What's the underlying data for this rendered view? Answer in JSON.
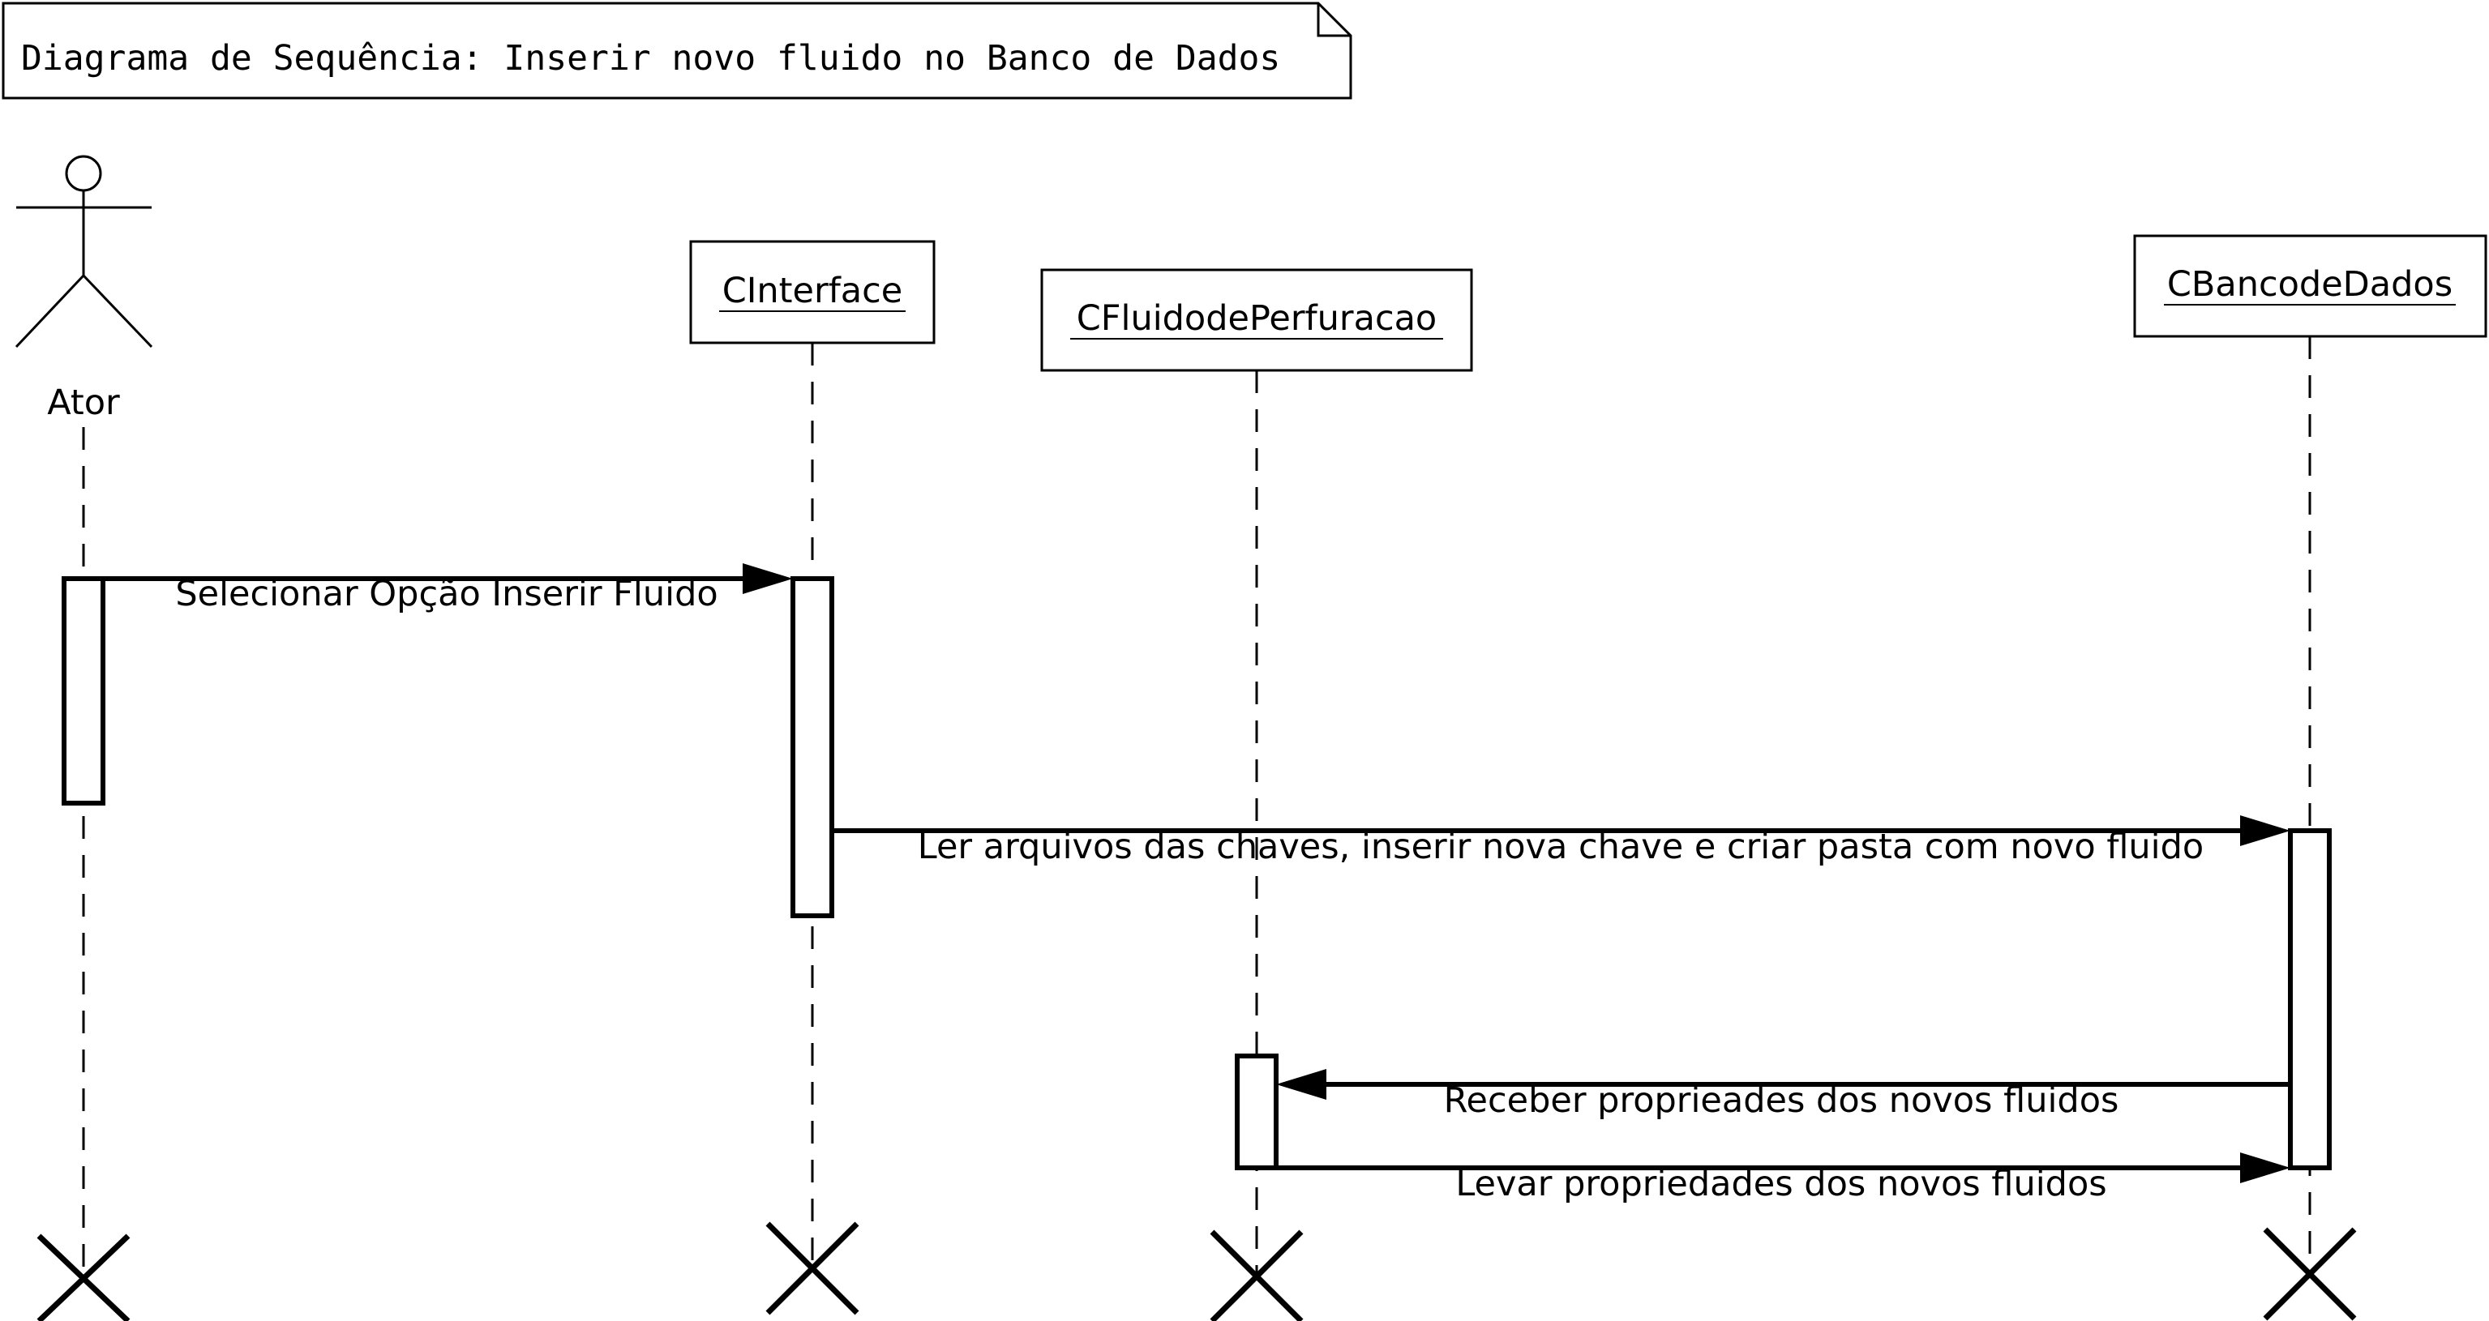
{
  "diagram": {
    "title": "Diagrama de Sequência: Inserir novo fluido no Banco de Dados",
    "actor": {
      "label": "Ator"
    },
    "objects": {
      "interface": "CInterface",
      "fluido": "CFluidodePerfuracao",
      "banco": "CBancodeDados"
    },
    "messages": {
      "m1": "Selecionar Opção Inserir Fluido",
      "m2": "Ler arquivos das chaves, inserir nova chave e criar pasta com novo fluido",
      "m3": "Receber proprieades dos novos fluidos",
      "m4": "Levar propriedades dos novos fluidos"
    }
  }
}
